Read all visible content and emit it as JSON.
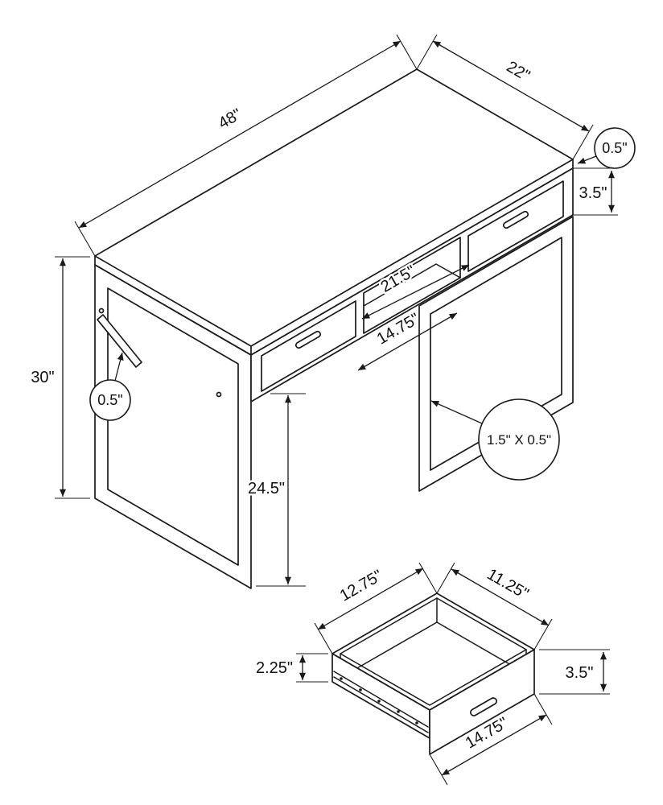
{
  "page": {
    "background": "#ffffff",
    "line_color": "#1a1a1a"
  },
  "desk_diagram": {
    "dims": {
      "top_length": "48\"",
      "top_depth": "22\"",
      "top_thickness": "0.5\"",
      "apron_height": "3.5\"",
      "overall_height": "30\"",
      "clearance_height": "24.5\"",
      "cubby_width": "21.5\"",
      "drawer_width": "14.75\"",
      "frame_profile": "1.5\" X 0.5\"",
      "brace_thickness": "0.5\""
    }
  },
  "drawer_diagram": {
    "dims": {
      "depth": "12.75\"",
      "width": "11.25\"",
      "side_height": "2.25\"",
      "front_height": "3.5\"",
      "front_width": "14.75\""
    }
  }
}
